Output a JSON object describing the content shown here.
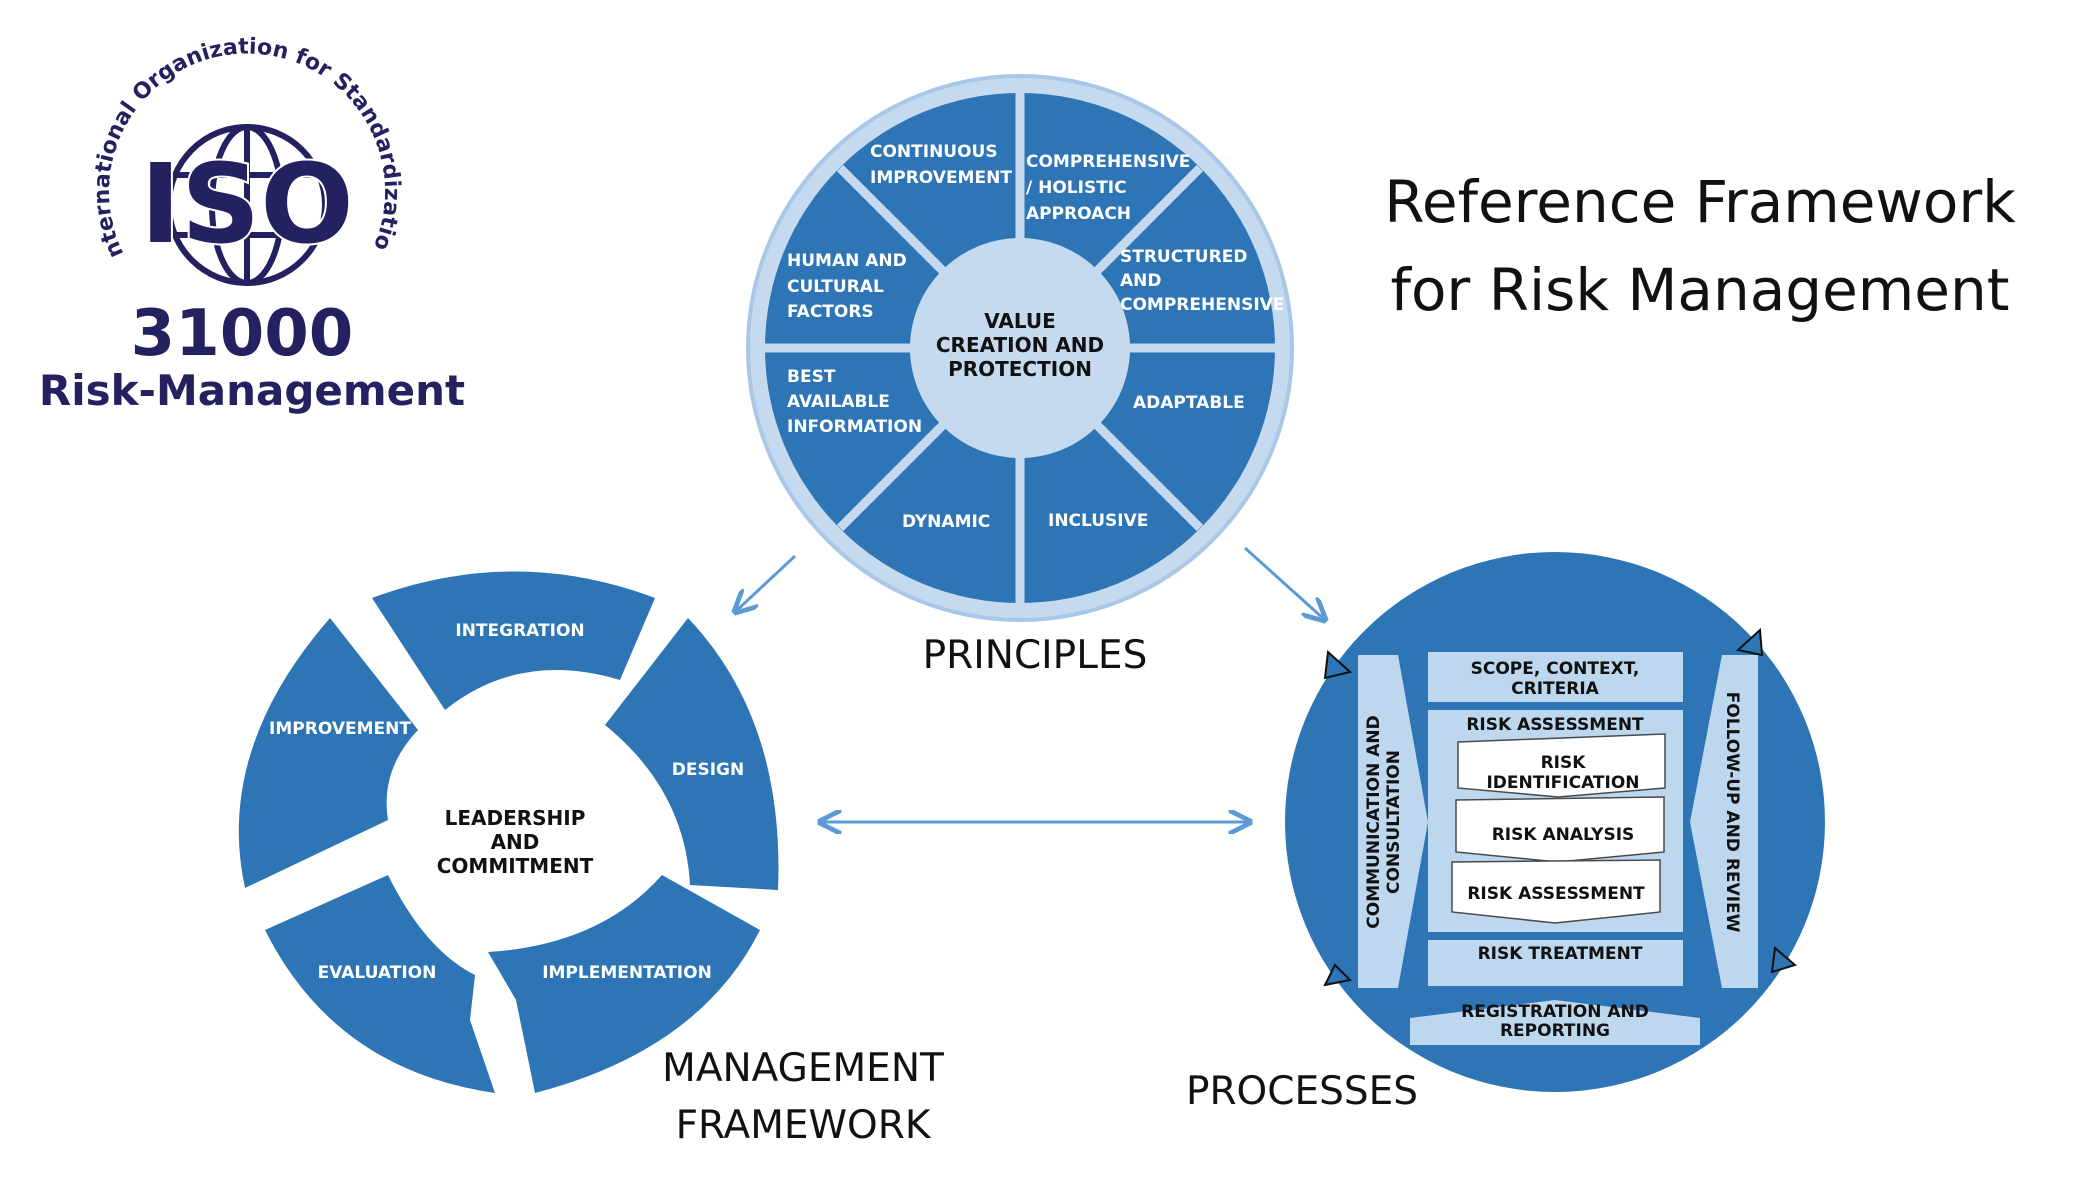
{
  "title": {
    "line1": "Reference Framework",
    "line2": "for Risk Management"
  },
  "logo": {
    "arc_text": "International Organization for Standardization",
    "acronym": "ISO",
    "number": "31000",
    "subtitle": "Risk-Management"
  },
  "principles": {
    "caption": "PRINCIPLES",
    "center": [
      "VALUE",
      "CREATION AND",
      "PROTECTION"
    ],
    "segments": {
      "continuous": [
        "CONTINUOUS",
        "IMPROVEMENT"
      ],
      "comprehensive": [
        "COMPREHENSIVE",
        "/ HOLISTIC",
        "APPROACH"
      ],
      "structured": [
        "STRUCTURED",
        "AND",
        "COMPREHENSIVE"
      ],
      "adaptable": [
        "ADAPTABLE"
      ],
      "inclusive": [
        "INCLUSIVE"
      ],
      "dynamic": [
        "DYNAMIC"
      ],
      "best_info": [
        "BEST",
        "AVAILABLE",
        "INFORMATION"
      ],
      "human": [
        "HUMAN AND",
        "CULTURAL",
        "FACTORS"
      ]
    }
  },
  "framework": {
    "caption": [
      "MANAGEMENT",
      "FRAMEWORK"
    ],
    "center": [
      "LEADERSHIP",
      "AND",
      "COMMITMENT"
    ],
    "segments": {
      "integration": "INTEGRATION",
      "design": "DESIGN",
      "implementation": "IMPLEMENTATION",
      "evaluation": "EVALUATION",
      "improvement": "IMPROVEMENT"
    }
  },
  "processes": {
    "caption": "PROCESSES",
    "scope": [
      "SCOPE, CONTEXT,",
      "CRITERIA"
    ],
    "assessment_header": "RISK ASSESSMENT",
    "identification": [
      "RISK",
      "IDENTIFICATION"
    ],
    "analysis": "RISK ANALYSIS",
    "evaluation": "RISK ASSESSMENT",
    "treatment": "RISK TREATMENT",
    "registration": [
      "REGISTRATION AND",
      "REPORTING"
    ],
    "communication": [
      "COMMUNICATION AND",
      "CONSULTATION"
    ],
    "followup": "FOLLOW-UP AND REVIEW"
  },
  "colors": {
    "primary_blue": "#2e75b6",
    "light_blue": "#c5d9ef",
    "pale_blue": "#bdd7ee",
    "outline_blue": "#a9c8e8",
    "navy": "#23215f",
    "arrow_blue": "#5b9bd5"
  }
}
